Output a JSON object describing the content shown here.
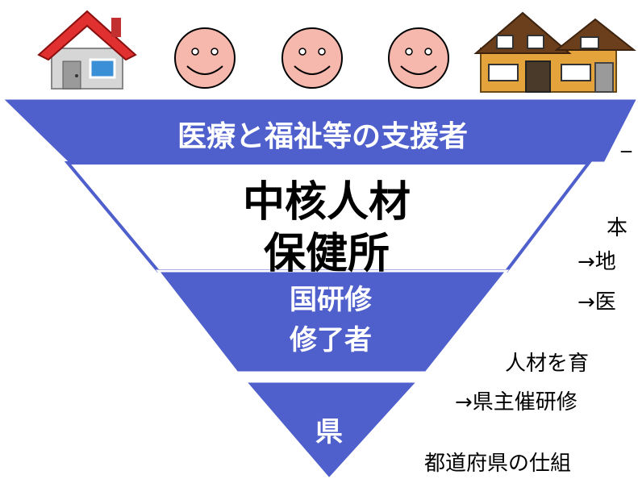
{
  "icons": [
    "house-icon",
    "smiley-face-icon",
    "smiley-face-icon",
    "smiley-face-icon",
    "large-house-icon"
  ],
  "colors": {
    "tier_fill": "#4f5fcc",
    "tier_stroke": "#ffffff",
    "face_fill": "#f6b7ad"
  },
  "pyramid": {
    "tier1": "医療と福祉等の支援者",
    "tier2_line1": "中核人材",
    "tier2_line2": "保健所",
    "tier3_line1": "国研修",
    "tier3_line2": "修了者",
    "tier4": "県"
  },
  "side_text": {
    "line1": "_",
    "line2": "本",
    "line3": "→地",
    "line4": "→医",
    "line5": "人材を育",
    "line6": "→県主催研修",
    "line7": "都道府県の仕組"
  }
}
